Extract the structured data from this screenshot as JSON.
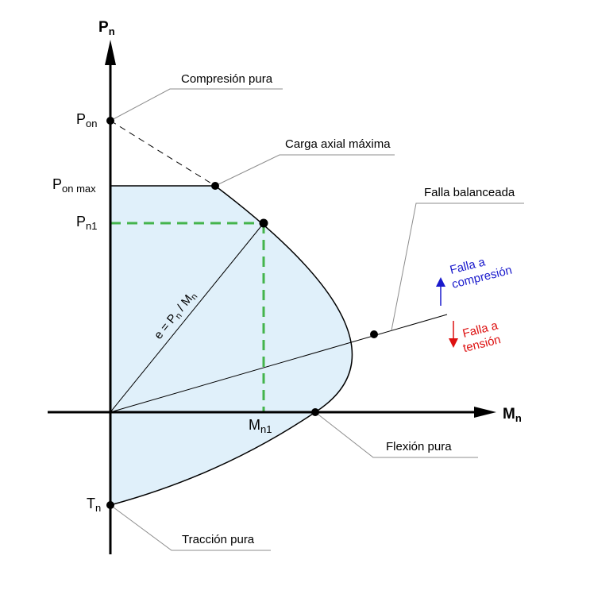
{
  "axes": {
    "y_label_main": "P",
    "y_label_sub": "n",
    "x_label_main": "M",
    "x_label_sub": "n"
  },
  "y_ticks": {
    "pon_main": "P",
    "pon_sub": "on",
    "ponmax_main": "P",
    "ponmax_sub": "on max",
    "pn1_main": "P",
    "pn1_sub": "n1",
    "tn_main": "T",
    "tn_sub": "n"
  },
  "x_ticks": {
    "mn1_main": "M",
    "mn1_sub": "n1"
  },
  "annotations": {
    "compresion_pura": "Compresión pura",
    "carga_axial_maxima": "Carga axial máxima",
    "falla_balanceada": "Falla balanceada",
    "flexion_pura": "Flexión pura",
    "traccion_pura": "Tracción pura"
  },
  "eccentricity": {
    "prefix": "e = P",
    "sub1": "n",
    "mid": " / M",
    "sub2": "n"
  },
  "failure_modes": {
    "compression_line1": "Falla a",
    "compression_line2": "compresión",
    "tension_line1": "Falla a",
    "tension_line2": "tensión"
  },
  "colors": {
    "region_fill": "#e0f0fa",
    "green_dash": "#44b44c",
    "compression_blue": "#1a1acc",
    "tension_red": "#dd1111",
    "leader_gray": "#8c8c8c"
  }
}
